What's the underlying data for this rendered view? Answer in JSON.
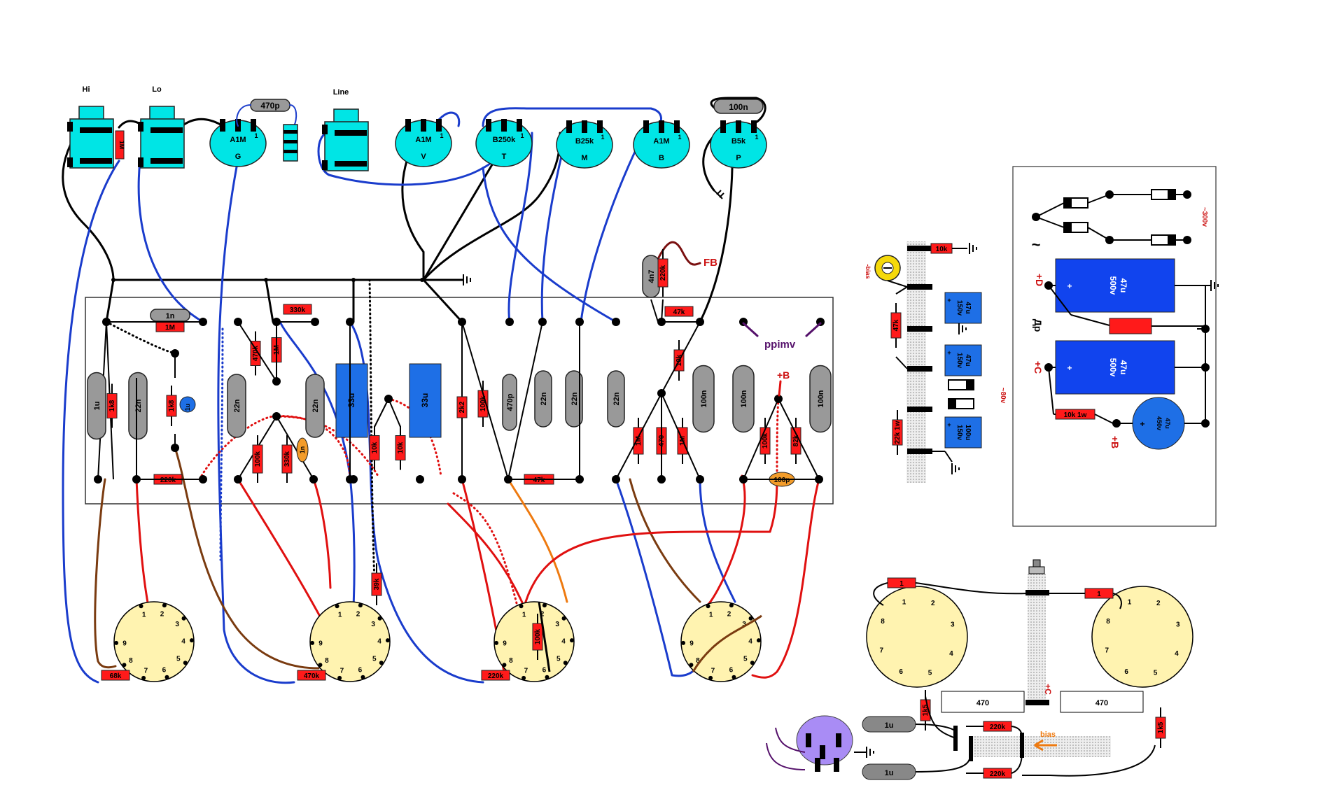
{
  "colors": {
    "jack": "#00e5e5",
    "pot": "#00e5e5",
    "resistor": "#ff1a1a",
    "capGrey": "#999999",
    "capBlue": "#1e6fe6",
    "capOrange": "#f39c2a",
    "filter": "#1144ee",
    "switch": "#fff3b0",
    "strip": "#d8d8d8",
    "tube": "#a98cf5",
    "wireBlack": "#000000",
    "wireBlue": "#1a3ccc",
    "wireRed": "#e01010",
    "wireBrown": "#7a3b10",
    "wireOrange": "#ee7a10",
    "wirePurple": "#55116b",
    "wireDarkRed": "#7a1010",
    "label": "#cc1111"
  },
  "jacks": [
    {
      "label": "Hi"
    },
    {
      "label": "Lo"
    },
    {
      "label": "Line"
    }
  ],
  "pots": [
    {
      "value": "A1M",
      "name": "G"
    },
    {
      "value": "A1M",
      "name": "V"
    },
    {
      "value": "B250k",
      "name": "T"
    },
    {
      "value": "B25k",
      "name": "M"
    },
    {
      "value": "A1M",
      "name": "B"
    },
    {
      "value": "B5k",
      "name": "P"
    }
  ],
  "pot_pin": "1",
  "top_caps": {
    "c470p": "470p",
    "c100n": "100n"
  },
  "resistor_1m_jack": "1M",
  "board_components": {
    "r1k8_a": "1k8",
    "c1u": "1u",
    "c22n_a": "22n",
    "c1n": "1n",
    "r1m_a": "1M",
    "r1k8_b": "1k8",
    "c1u_blue": "1u",
    "r220k": "220k",
    "c22n_b": "22n",
    "r470k": "470k",
    "r1m_b": "1M",
    "r330k": "330k",
    "c22n_c": "22n",
    "r100k_a": "100k",
    "r330k_b": "330k",
    "c1n_orange": "1n",
    "c33u_a": "33u",
    "c33u_b": "33u",
    "r10k_a": "10k",
    "r10k_b": "10k",
    "r2k2": "2k2",
    "r100k_b": "100k",
    "c470p_b": "470p",
    "c22n_d": "22n",
    "c22n_e": "22n",
    "r47k_a": "47k",
    "c22n_f": "22n",
    "r1m_c": "1M",
    "r470": "470",
    "r1m_d": "1M",
    "r10k_c": "10k",
    "c100n_a": "100n",
    "c100n_b": "100n",
    "c100n_c": "100n",
    "r100k_c": "100k",
    "r82k": "82k",
    "c100p": "100p",
    "r47k_b": "47k",
    "c4n7": "4n7",
    "r220k_fb": "220k"
  },
  "labels": {
    "fb": "FB",
    "ppimv": "ppimv",
    "plusB": "+B",
    "bias": "-bias",
    "v80": "~80v",
    "v300": "~300v",
    "tilde": "~",
    "plusD": "+D",
    "plusC": "+C",
    "plusB2": "+B",
    "dr": "Др",
    "plusC2": "+C",
    "bias2": "bias"
  },
  "bias_board": {
    "r10k": "10k",
    "r47k": "47k",
    "c47u_a": [
      "47u",
      "150v"
    ],
    "c47u_b": [
      "47u",
      "150v"
    ],
    "c100u": [
      "100u",
      "150v"
    ],
    "r22k": "22k 1w"
  },
  "psu": {
    "c47u_500_a": [
      "47u",
      "500v"
    ],
    "c47u_500_b": [
      "47u",
      "500v"
    ],
    "c47u_450": [
      "47u",
      "450v"
    ],
    "r10k1w": "10k 1w",
    "plus": "+"
  },
  "switches": [
    {
      "pins": [
        "1",
        "2",
        "3",
        "4",
        "5",
        "6",
        "7",
        "8",
        "9"
      ],
      "r": "68k"
    },
    {
      "pins": [
        "1",
        "2",
        "3",
        "4",
        "5",
        "6",
        "7",
        "8",
        "9"
      ],
      "r": "470k",
      "r2": "39k"
    },
    {
      "pins": [
        "1",
        "2",
        "3",
        "4",
        "5",
        "6",
        "7",
        "8",
        "9"
      ],
      "r": "220k",
      "r2": "100k"
    },
    {
      "pins": [
        "1",
        "2",
        "3",
        "4",
        "5",
        "6",
        "7",
        "8",
        "9"
      ]
    }
  ],
  "output_switches": [
    {
      "pins": [
        "1",
        "2",
        "3",
        "4",
        "5",
        "6",
        "7",
        "8"
      ]
    },
    {
      "pins": [
        "1",
        "2",
        "3",
        "4",
        "5",
        "6",
        "7",
        "8"
      ]
    }
  ],
  "output_parts": {
    "r1_a": "1",
    "r1_b": "1",
    "r470_a": "470",
    "r470_b": "470",
    "r1k_a": "1k5",
    "r1k_b": "1k5",
    "c1u_a": "1u",
    "c1u_b": "1u",
    "r220k_a": "220k",
    "r220k_b": "220k"
  }
}
